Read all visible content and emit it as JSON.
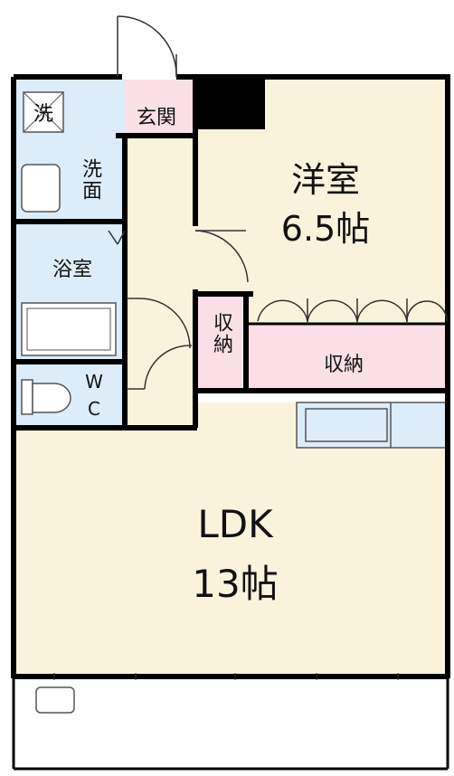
{
  "rooms": {
    "western": {
      "name": "洋室",
      "size": "6.5帖"
    },
    "ldk": {
      "name": "LDK",
      "size": "13帖"
    },
    "entrance": "玄関",
    "washroom": "洗面",
    "bath": "浴室",
    "wc_w": "W",
    "wc_c": "C",
    "closet_small": "収納",
    "closet_large": "収納",
    "laundry": "洗"
  },
  "colors": {
    "wall": "#000000",
    "room_cream": "#faf3dc",
    "wet_blue": "#dcecf8",
    "storage_pink": "#fadfe6",
    "fixture_stroke": "#555555",
    "balcony": "#ffffff"
  }
}
